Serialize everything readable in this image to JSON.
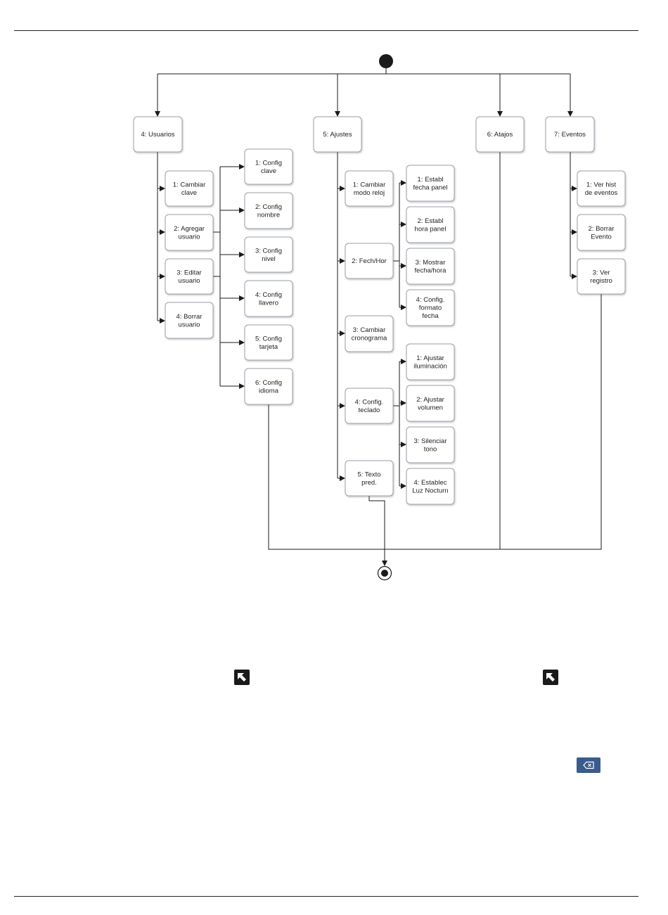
{
  "diagram": {
    "nodes": [
      {
        "id": "usuarios",
        "lines": [
          "4: Usuarios"
        ]
      },
      {
        "id": "ajustes",
        "lines": [
          "5: Ajustes"
        ]
      },
      {
        "id": "atajos",
        "lines": [
          "6: Atajos"
        ]
      },
      {
        "id": "eventos",
        "lines": [
          "7: Eventos"
        ]
      },
      {
        "id": "cambiar-clave",
        "lines": [
          "1: Cambiar",
          "clave"
        ]
      },
      {
        "id": "agregar-usuario",
        "lines": [
          "2: Agregar",
          "usuario"
        ]
      },
      {
        "id": "editar-usuario",
        "lines": [
          "3: Editar",
          "usuario"
        ]
      },
      {
        "id": "borrar-usuario",
        "lines": [
          "4: Borrar",
          "usuario"
        ]
      },
      {
        "id": "config-clave",
        "lines": [
          "1: Config",
          "clave"
        ]
      },
      {
        "id": "config-nombre",
        "lines": [
          "2: Config",
          "nombre"
        ]
      },
      {
        "id": "config-nivel",
        "lines": [
          "3: Config",
          "nivel"
        ]
      },
      {
        "id": "config-llavero",
        "lines": [
          "4: Config",
          "llavero"
        ]
      },
      {
        "id": "config-tarjeta",
        "lines": [
          "5: Config",
          "tarjeta"
        ]
      },
      {
        "id": "config-idioma",
        "lines": [
          "6: Config",
          "idioma"
        ]
      },
      {
        "id": "cambiar-modo-reloj",
        "lines": [
          "1: Cambiar",
          "modo reloj"
        ]
      },
      {
        "id": "fech-hor",
        "lines": [
          "2: Fech/Hor"
        ]
      },
      {
        "id": "cambiar-cronograma",
        "lines": [
          "3: Cambiar",
          "cronograma"
        ]
      },
      {
        "id": "config-teclado",
        "lines": [
          "4: Config.",
          "teclado"
        ]
      },
      {
        "id": "texto-pred",
        "lines": [
          "5: Texto",
          "pred."
        ]
      },
      {
        "id": "establ-fecha-panel",
        "lines": [
          "1: Establ",
          "fecha panel"
        ]
      },
      {
        "id": "establ-hora-panel",
        "lines": [
          "2: Establ",
          "hora panel"
        ]
      },
      {
        "id": "mostrar-fecha-hora",
        "lines": [
          "3: Mostrar",
          "fecha/hora"
        ]
      },
      {
        "id": "config-formato-fecha",
        "lines": [
          "4: Config.",
          "formato",
          "fecha"
        ]
      },
      {
        "id": "ajustar-iluminacion",
        "lines": [
          "1: Ajustar",
          "iluminación"
        ]
      },
      {
        "id": "ajustar-volumen",
        "lines": [
          "2: Ajustar",
          "volumen"
        ]
      },
      {
        "id": "silenciar-tono",
        "lines": [
          "3: Silenciar",
          "tono"
        ]
      },
      {
        "id": "establec-luz-nocturn",
        "lines": [
          "4: Establec",
          "Luz Nocturn"
        ]
      },
      {
        "id": "ver-hist-eventos",
        "lines": [
          "1: Ver hist",
          "de eventos"
        ]
      },
      {
        "id": "borrar-evento",
        "lines": [
          "2: Borrar",
          "Evento"
        ]
      },
      {
        "id": "ver-registro",
        "lines": [
          "3: Ver",
          "registro"
        ]
      }
    ],
    "icons": [
      {
        "name": "arrow-up-left-icon"
      },
      {
        "name": "arrow-up-left-icon"
      },
      {
        "name": "backspace-icon"
      }
    ],
    "colors": {
      "icon_dark": "#1a1a1a",
      "backspace_button": "#3b5b8c"
    }
  }
}
